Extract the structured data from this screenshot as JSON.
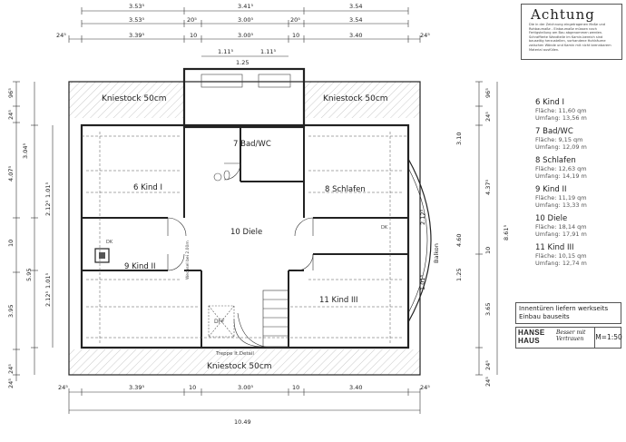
{
  "achtung": {
    "title": "Achtung",
    "text": "Die in der Zeichnung eingetragenen Maße und Rohbaumaße - Einbaumaße müssen nach Fertigstellung am Bau abgenommen werden. Schraffierte Wandteile im Kamin-bereich sind bauseitig herzustellen, vorhandene Hohlräume zwischen Wände und Kamin mit nicht brennbarem Material ausfüllen."
  },
  "rooms": [
    {
      "label": "7 Bad/WC"
    },
    {
      "label": "6 Kind I"
    },
    {
      "label": "8 Schlafen"
    },
    {
      "label": "10 Diele"
    },
    {
      "label": "9 Kind II"
    },
    {
      "label": "11 Kind III"
    }
  ],
  "kniestock": {
    "top_left": "Kniestock 50cm",
    "top_right": "Kniestock 50cm",
    "bottom": "Kniestock 50cm"
  },
  "labels": {
    "balkon": "Balkon",
    "treppe": "Treppe It.Detail",
    "dfe": "DFF",
    "dk": "DK",
    "wechsel_left": "Wechsel bei 2.00m"
  },
  "dims": {
    "top_row1": [
      "3.53⁵",
      "3.41⁵",
      "3.54"
    ],
    "top_row2": [
      "3.53⁵",
      "20⁵",
      "3.00⁵",
      "20⁵",
      "3.54"
    ],
    "top_row3": [
      "24⁵",
      "3.39⁵",
      "10",
      "3.00⁵",
      "10",
      "3.40",
      "24⁵"
    ],
    "top_row4": [
      "1.11⁵",
      "1.11⁵"
    ],
    "top_row5": [
      "1.25"
    ],
    "bottom_row1": [
      "24⁵",
      "3.39⁵",
      "10",
      "3.00⁵",
      "10",
      "3.40",
      "24⁵"
    ],
    "bottom_total": "10.49",
    "left_outer": [
      "96⁵",
      "24⁵",
      "3.04⁵",
      "4.07⁵",
      "10",
      "5.95",
      "3.95",
      "24⁵",
      "24⁵"
    ],
    "left_inner": [
      "1.01⁵",
      "2.12⁵",
      "1.01⁵",
      "2.12⁵"
    ],
    "right_outer": [
      "96⁵",
      "24⁵",
      "4.37⁵",
      "8.61⁵",
      "10",
      "3.65",
      "24⁵",
      "24⁵"
    ],
    "right_inner": [
      "2.12⁵",
      "1.01⁵",
      "1.25",
      "4.60",
      "3.10"
    ]
  },
  "legend": [
    {
      "name": "6 Kind I",
      "flaeche": "Fläche: 11,60 qm",
      "umfang": "Umfang: 13,56 m"
    },
    {
      "name": "7 Bad/WC",
      "flaeche": "Fläche: 9,15 qm",
      "umfang": "Umfang: 12,09 m"
    },
    {
      "name": "8 Schlafen",
      "flaeche": "Fläche: 12,63 qm",
      "umfang": "Umfang: 14,19 m"
    },
    {
      "name": "9 Kind II",
      "flaeche": "Fläche: 11,19 qm",
      "umfang": "Umfang: 13,33 m"
    },
    {
      "name": "10 Diele",
      "flaeche": "Fläche: 18,14 qm",
      "umfang": "Umfang: 17,91 m"
    },
    {
      "name": "11 Kind III",
      "flaeche": "Fläche: 10,15 qm",
      "umfang": "Umfang: 12,74 m"
    }
  ],
  "note": {
    "line1": "Innentüren liefern werkseits",
    "line2": "Einbau bauseits"
  },
  "logo": {
    "line1": "HANSE",
    "line2": "HAUS",
    "slogan": "Besser mit Vertrauen",
    "scale": "M=1:50"
  }
}
